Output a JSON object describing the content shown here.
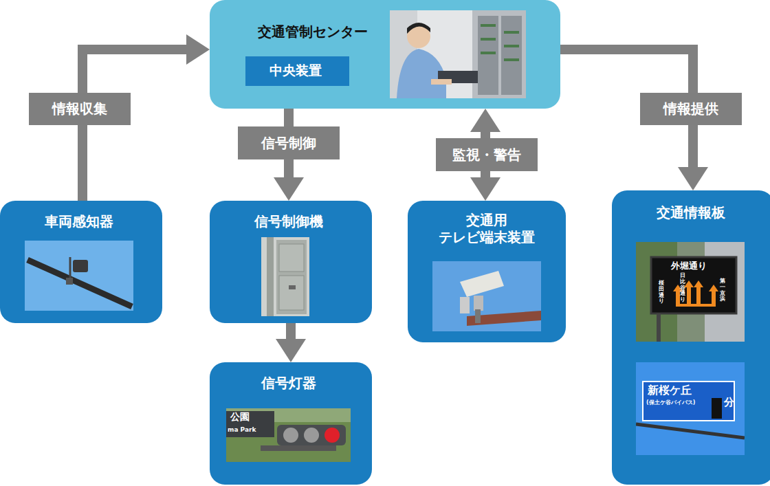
{
  "diagram": {
    "nodes": [
      {
        "text": [
          "交通管制センター"
        ]
      },
      {
        "text": [
          "中央装置"
        ],
        "in": 0
      },
      {
        "text": [
          "車両感知器"
        ]
      },
      {
        "text": [
          "信号制御機"
        ]
      },
      {
        "text": [
          "信号灯器"
        ]
      },
      {
        "text": [
          "交通用 テレビ端末装置"
        ]
      },
      {
        "text": [
          "交通情報板"
        ]
      }
    ],
    "edges": [
      {
        "from": 2,
        "to": 0,
        "label": "情報収集",
        "arrow": "to"
      },
      {
        "from": 0,
        "to": 3,
        "label": "信号制御",
        "arrow": "to"
      },
      {
        "from": 3,
        "to": 4,
        "arrow": "to"
      },
      {
        "from": 0,
        "to": 5,
        "label": "監視・警告",
        "arrow": "both"
      },
      {
        "from": 0,
        "to": 6,
        "label": "情報提供",
        "arrow": "to"
      }
    ],
    "labels": [
      "公園",
      "ma Park",
      "外堀通り",
      "桜田通り",
      "日比谷通り",
      "第一京浜",
      "新桜ケ丘",
      "(保土ケ谷バイパス)",
      "分"
    ]
  }
}
